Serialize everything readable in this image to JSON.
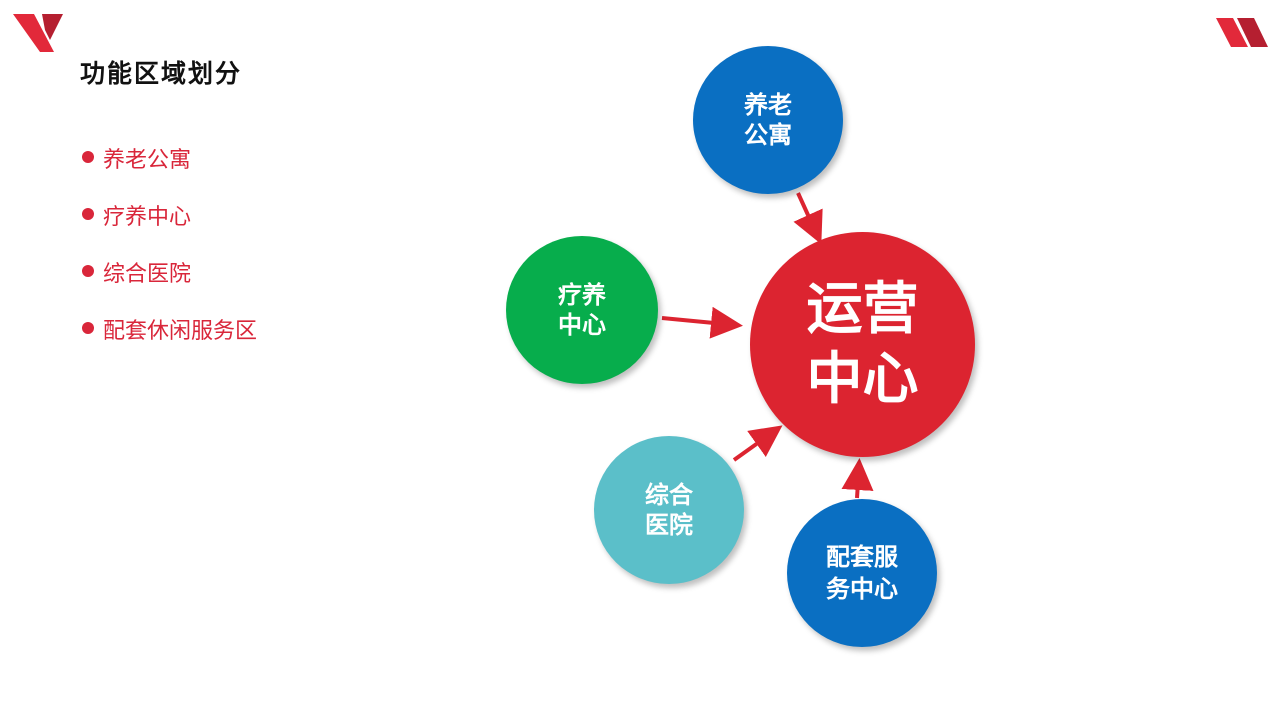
{
  "title": "功能区域划分",
  "list": [
    "养老公寓",
    "疗养中心",
    "综合医院",
    "配套休闲服务区"
  ],
  "diagram": {
    "center": {
      "label": "运营\n中心",
      "color": "#dc2430"
    },
    "nodes": [
      {
        "label": "养老\n公寓",
        "color": "#0a6fc2"
      },
      {
        "label": "疗养\n中心",
        "color": "#07ad4c"
      },
      {
        "label": "综合\n医院",
        "color": "#5bbfc9"
      },
      {
        "label": "配套服\n务中心",
        "color": "#0a6fc2"
      }
    ],
    "arrow_color": "#dc2430"
  }
}
